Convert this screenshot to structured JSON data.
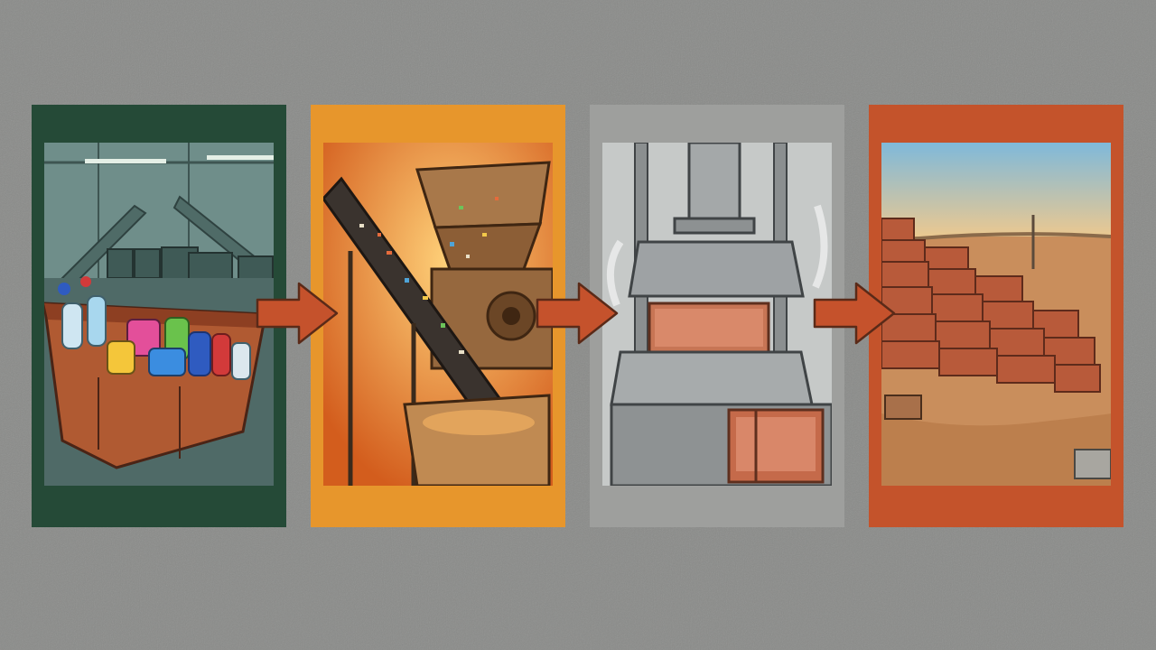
{
  "colors": {
    "background": "#8a8b89",
    "arrow": "#c5522c",
    "arrow_outline": "#5a2a18"
  },
  "panels": [
    {
      "id": "collection",
      "frame_color": "#254a37",
      "icon": "recycling-bin-warehouse-illustration"
    },
    {
      "id": "shredding",
      "frame_color": "#e7962c",
      "icon": "shredder-conveyor-illustration"
    },
    {
      "id": "compression",
      "frame_color": "#9e9f9d",
      "icon": "hydraulic-press-illustration"
    },
    {
      "id": "construction",
      "frame_color": "#c4532b",
      "icon": "brick-wall-illustration"
    }
  ],
  "arrows": [
    {
      "from": "collection",
      "to": "shredding",
      "icon": "arrow-right-icon"
    },
    {
      "from": "shredding",
      "to": "compression",
      "icon": "arrow-right-icon"
    },
    {
      "from": "compression",
      "to": "construction",
      "icon": "arrow-right-icon"
    }
  ]
}
